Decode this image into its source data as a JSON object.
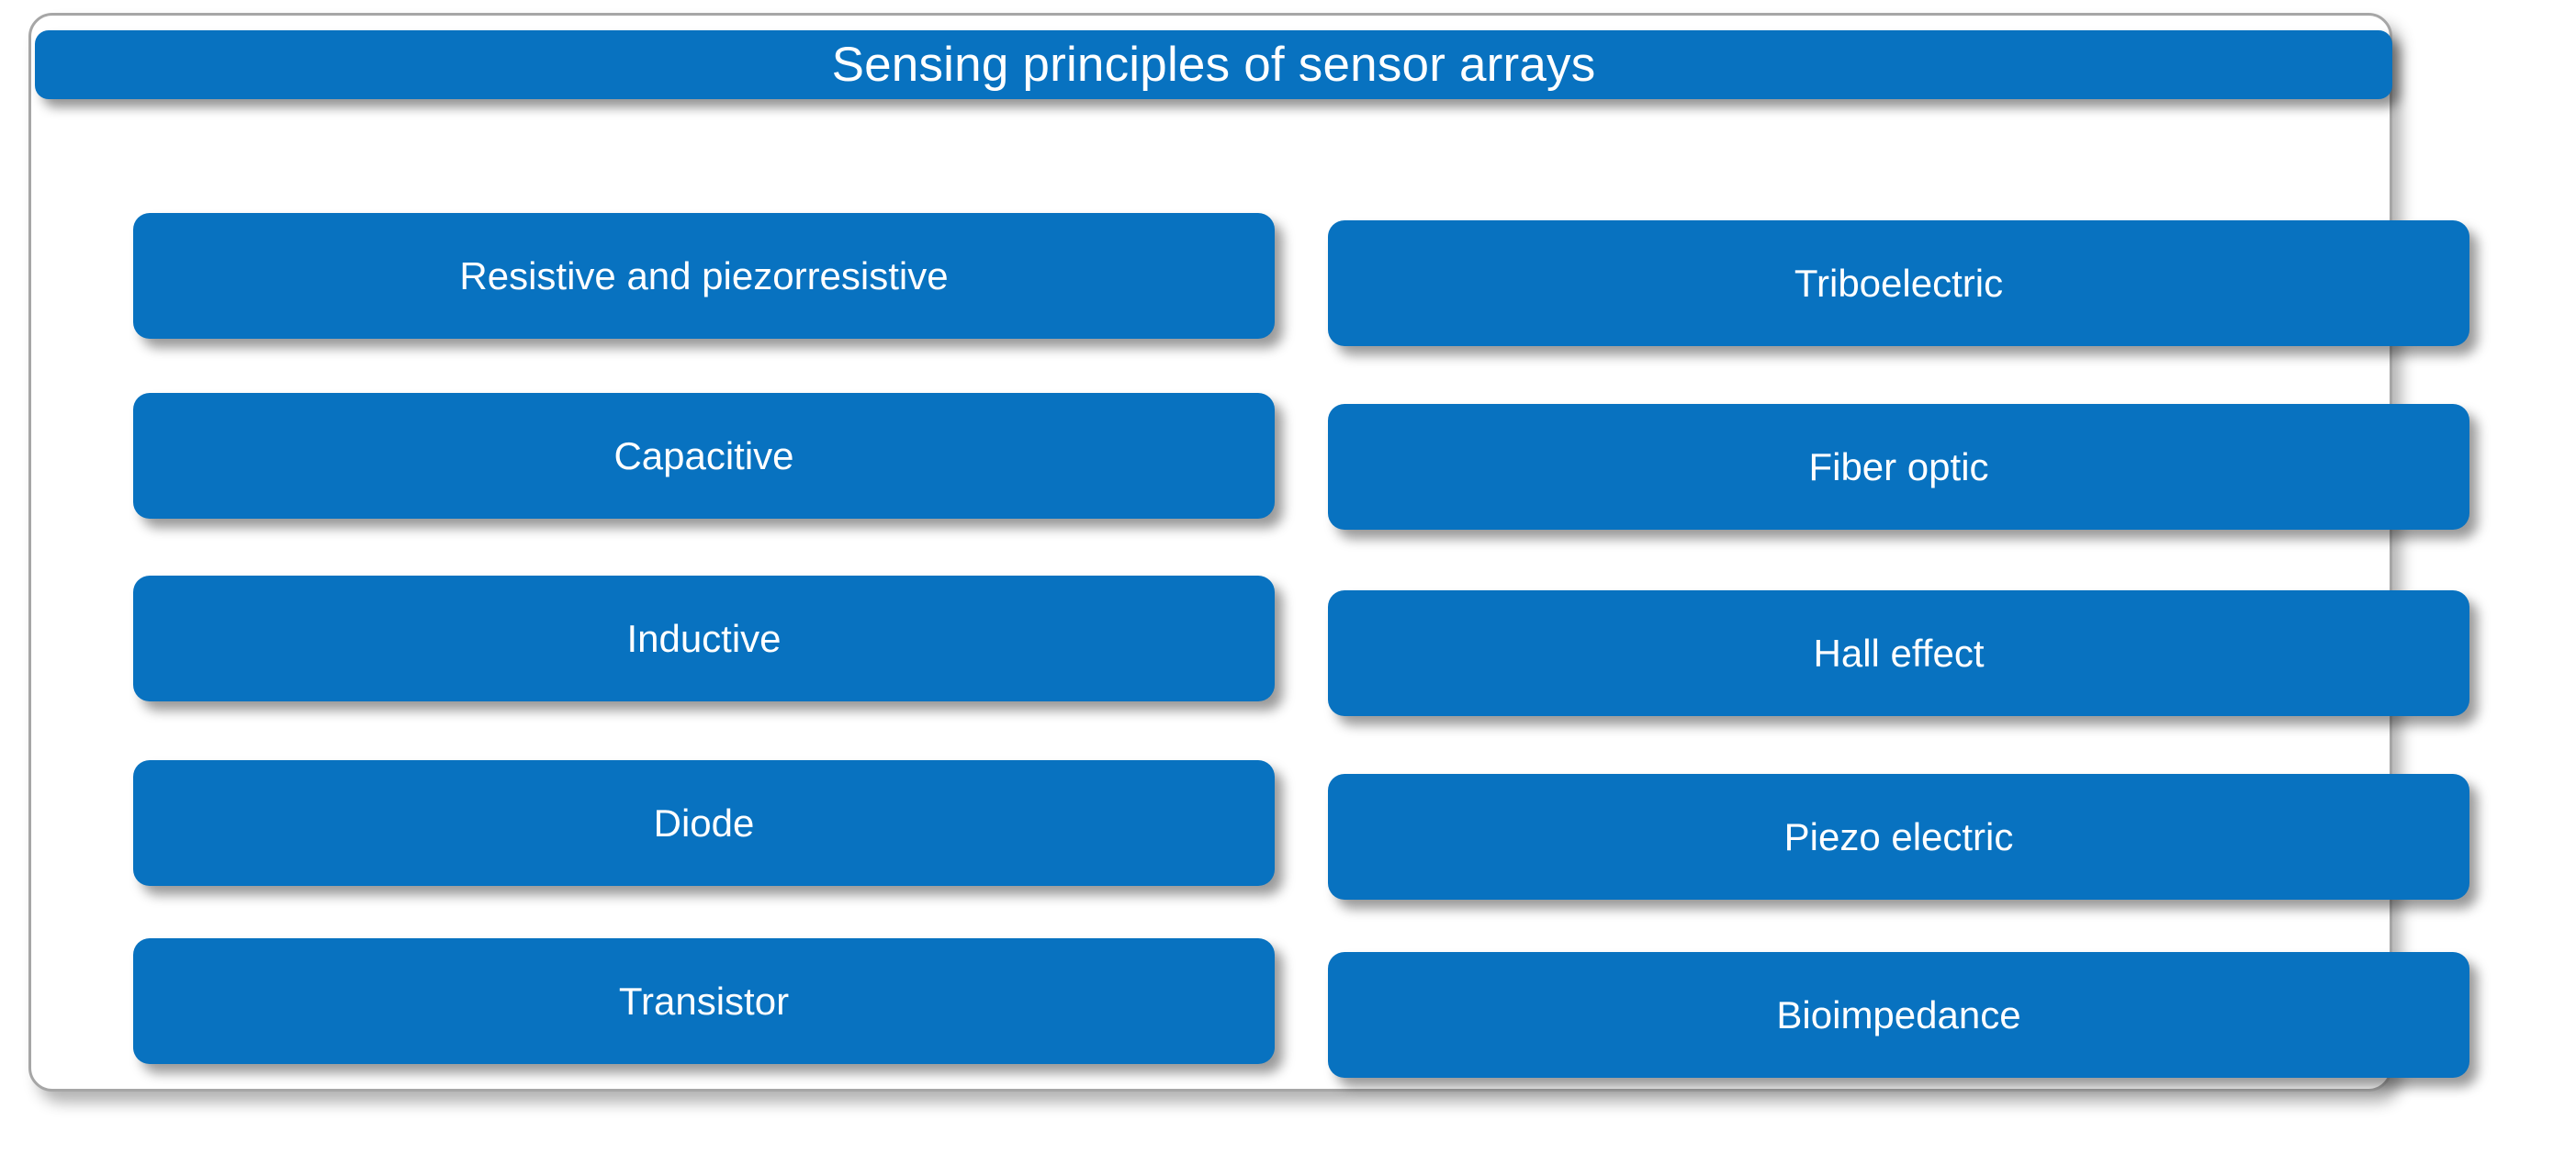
{
  "header": {
    "title": "Sensing principles of sensor arrays"
  },
  "colors": {
    "accent_blue": "#0872C0",
    "frame_border": "#a6a6a6",
    "text_on_accent": "#ffffff",
    "background": "#ffffff"
  },
  "columns": {
    "left": [
      {
        "label": "Resistive and piezorresistive"
      },
      {
        "label": "Capacitive"
      },
      {
        "label": "Inductive"
      },
      {
        "label": "Diode"
      },
      {
        "label": "Transistor"
      }
    ],
    "right": [
      {
        "label": "Triboelectric"
      },
      {
        "label": "Fiber optic"
      },
      {
        "label": "Hall effect"
      },
      {
        "label": "Piezo electric"
      },
      {
        "label": "Bioimpedance"
      }
    ]
  }
}
